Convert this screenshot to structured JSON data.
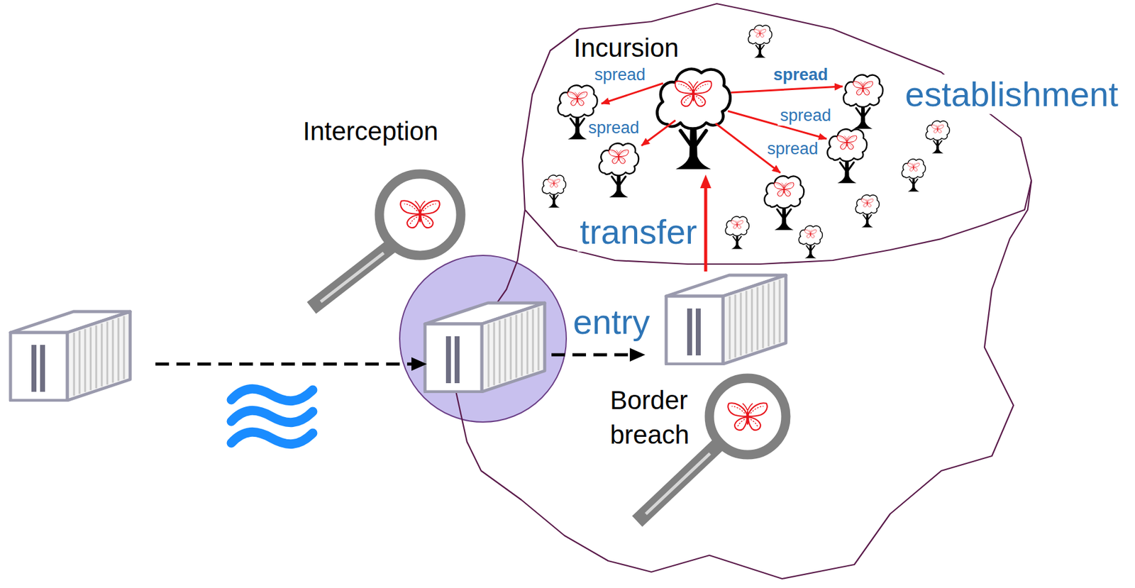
{
  "diagram": {
    "nodes": [
      {
        "text": [
          "Incursion"
        ]
      },
      {
        "text": [
          "Interception"
        ]
      },
      {
        "text": [
          "entry"
        ]
      },
      {
        "text": [
          "Border breach"
        ]
      }
    ],
    "edges": [
      {
        "from": 2,
        "to": 0,
        "arrow": "to",
        "label": "transfer"
      }
    ],
    "labels": [
      "spread",
      "spread",
      "establishment",
      "spread",
      "spread",
      "spread"
    ]
  }
}
